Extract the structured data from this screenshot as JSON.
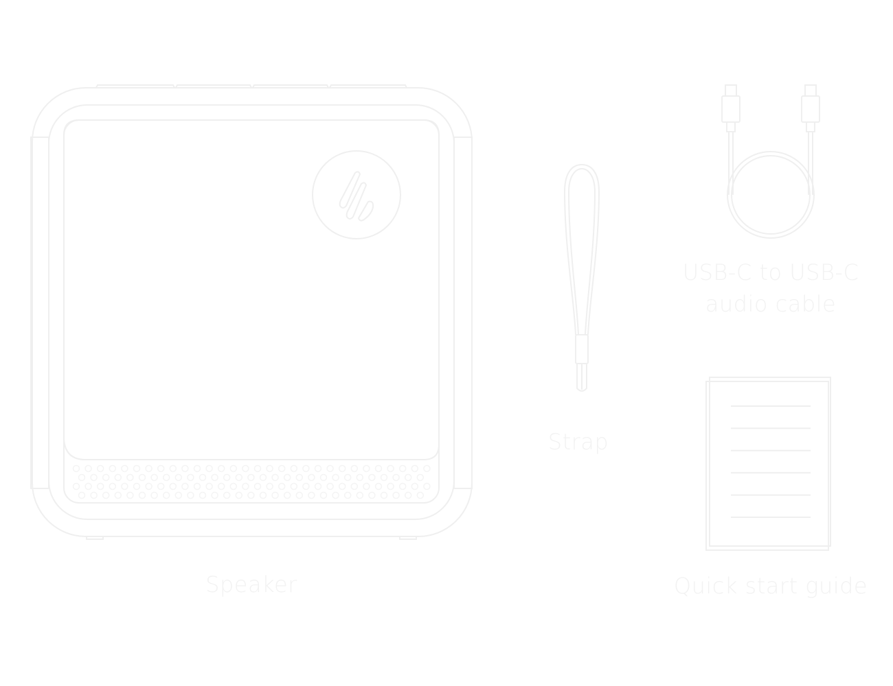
{
  "colors": {
    "outline": "#efefef",
    "outline_light": "#f4f4f4",
    "label": "#f2f2f2",
    "background": "#ffffff"
  },
  "items": {
    "speaker": {
      "label": "Speaker",
      "icon": "speaker-icon"
    },
    "strap": {
      "label": "Strap",
      "icon": "strap-icon"
    },
    "cable": {
      "label_line1": "USB-C to USB-C",
      "label_line2": "audio cable",
      "icon": "usb-c-cable-icon"
    },
    "guide": {
      "label": "Quick start guide",
      "icon": "document-icon"
    }
  }
}
